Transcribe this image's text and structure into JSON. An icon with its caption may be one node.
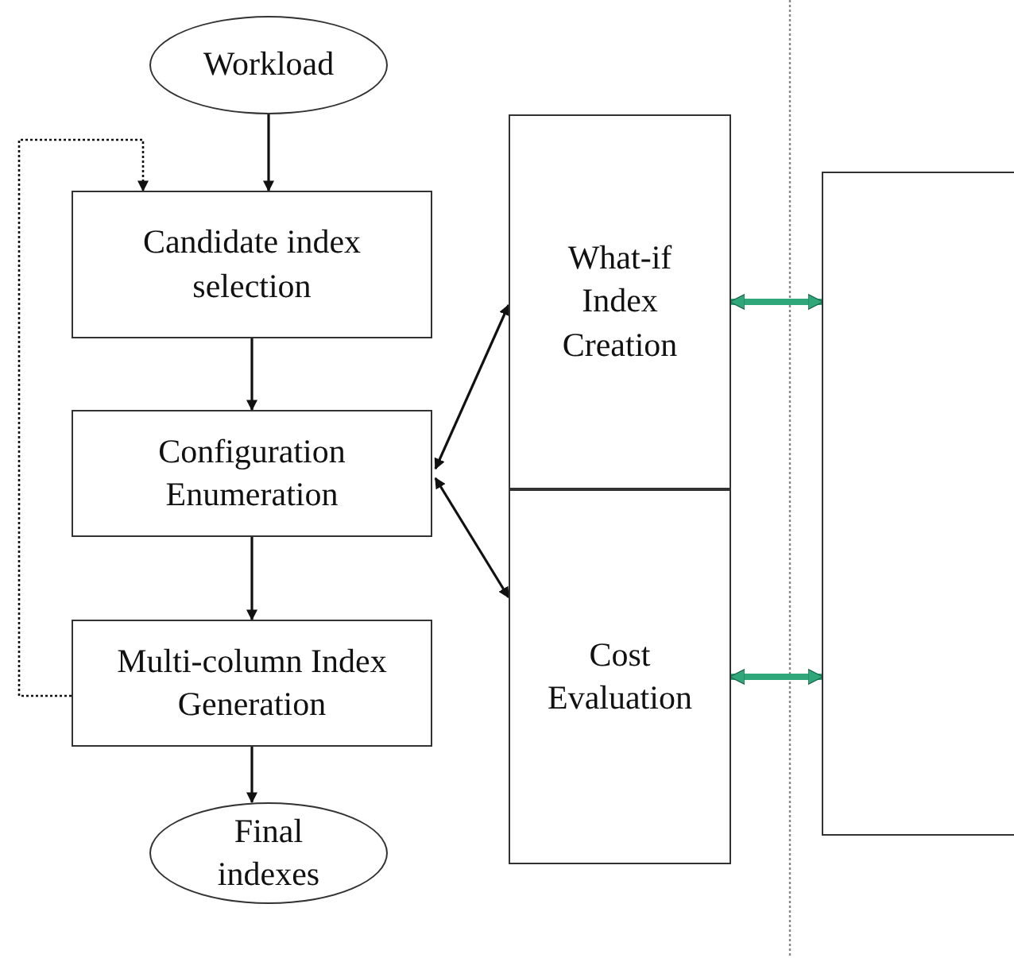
{
  "diagram": {
    "nodes": [
      {
        "text": [
          "Workload"
        ]
      },
      {
        "text": [
          "Candidate index selection"
        ]
      },
      {
        "text": [
          "Configuration Enumeration"
        ]
      },
      {
        "text": [
          "Multi-column Index Generation"
        ]
      },
      {
        "text": [
          "Final indexes"
        ]
      },
      {
        "text": [
          "What-if Index Creation"
        ]
      },
      {
        "text": [
          "Cost Evaluation"
        ]
      },
      {
        "text": [],
        "shape": "box"
      }
    ],
    "edges": [
      {
        "from": 0,
        "to": 1,
        "arrow": "to"
      },
      {
        "from": 1,
        "to": 2,
        "arrow": "to"
      },
      {
        "from": 2,
        "to": 3,
        "arrow": "to"
      },
      {
        "from": 3,
        "to": 4,
        "arrow": "to"
      },
      {
        "from": 3,
        "to": 1,
        "arrow": "to",
        "style": "dashed"
      },
      {
        "from": 2,
        "to": 5,
        "arrow": "both"
      },
      {
        "from": 2,
        "to": 6,
        "arrow": "both"
      },
      {
        "from": 5,
        "to": 7,
        "arrow": "both",
        "style": "thick",
        "color": "#2fa77a"
      },
      {
        "from": 6,
        "to": 7,
        "arrow": "both",
        "style": "thick",
        "color": "#2fa77a"
      }
    ]
  }
}
